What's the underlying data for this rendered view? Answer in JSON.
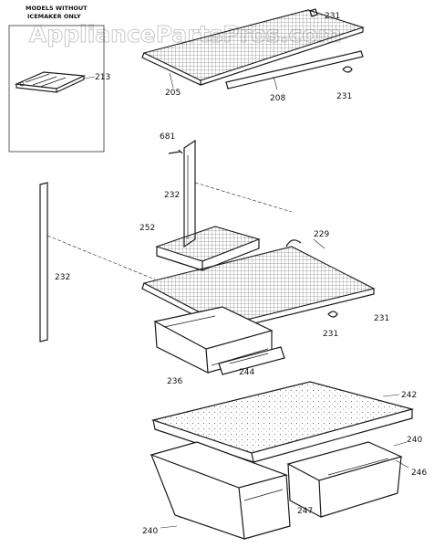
{
  "watermark": "AppliancePartsPros.com",
  "inset": {
    "title_line1": "MODELS WITHOUT",
    "title_line2": "ICEMAKER ONLY"
  },
  "labels": {
    "p213": "213",
    "p205": "205",
    "p208": "208",
    "p231_top": "231",
    "p231_top_b": "231",
    "p681": "681",
    "p232_upper": "232",
    "p232_left": "232",
    "p252": "252",
    "p229": "229",
    "p231_mid": "231",
    "p231_low": "231",
    "p236": "236",
    "p244": "244",
    "p242": "242",
    "p240_right": "240",
    "p246": "246",
    "p247": "247",
    "p240_left": "240"
  }
}
